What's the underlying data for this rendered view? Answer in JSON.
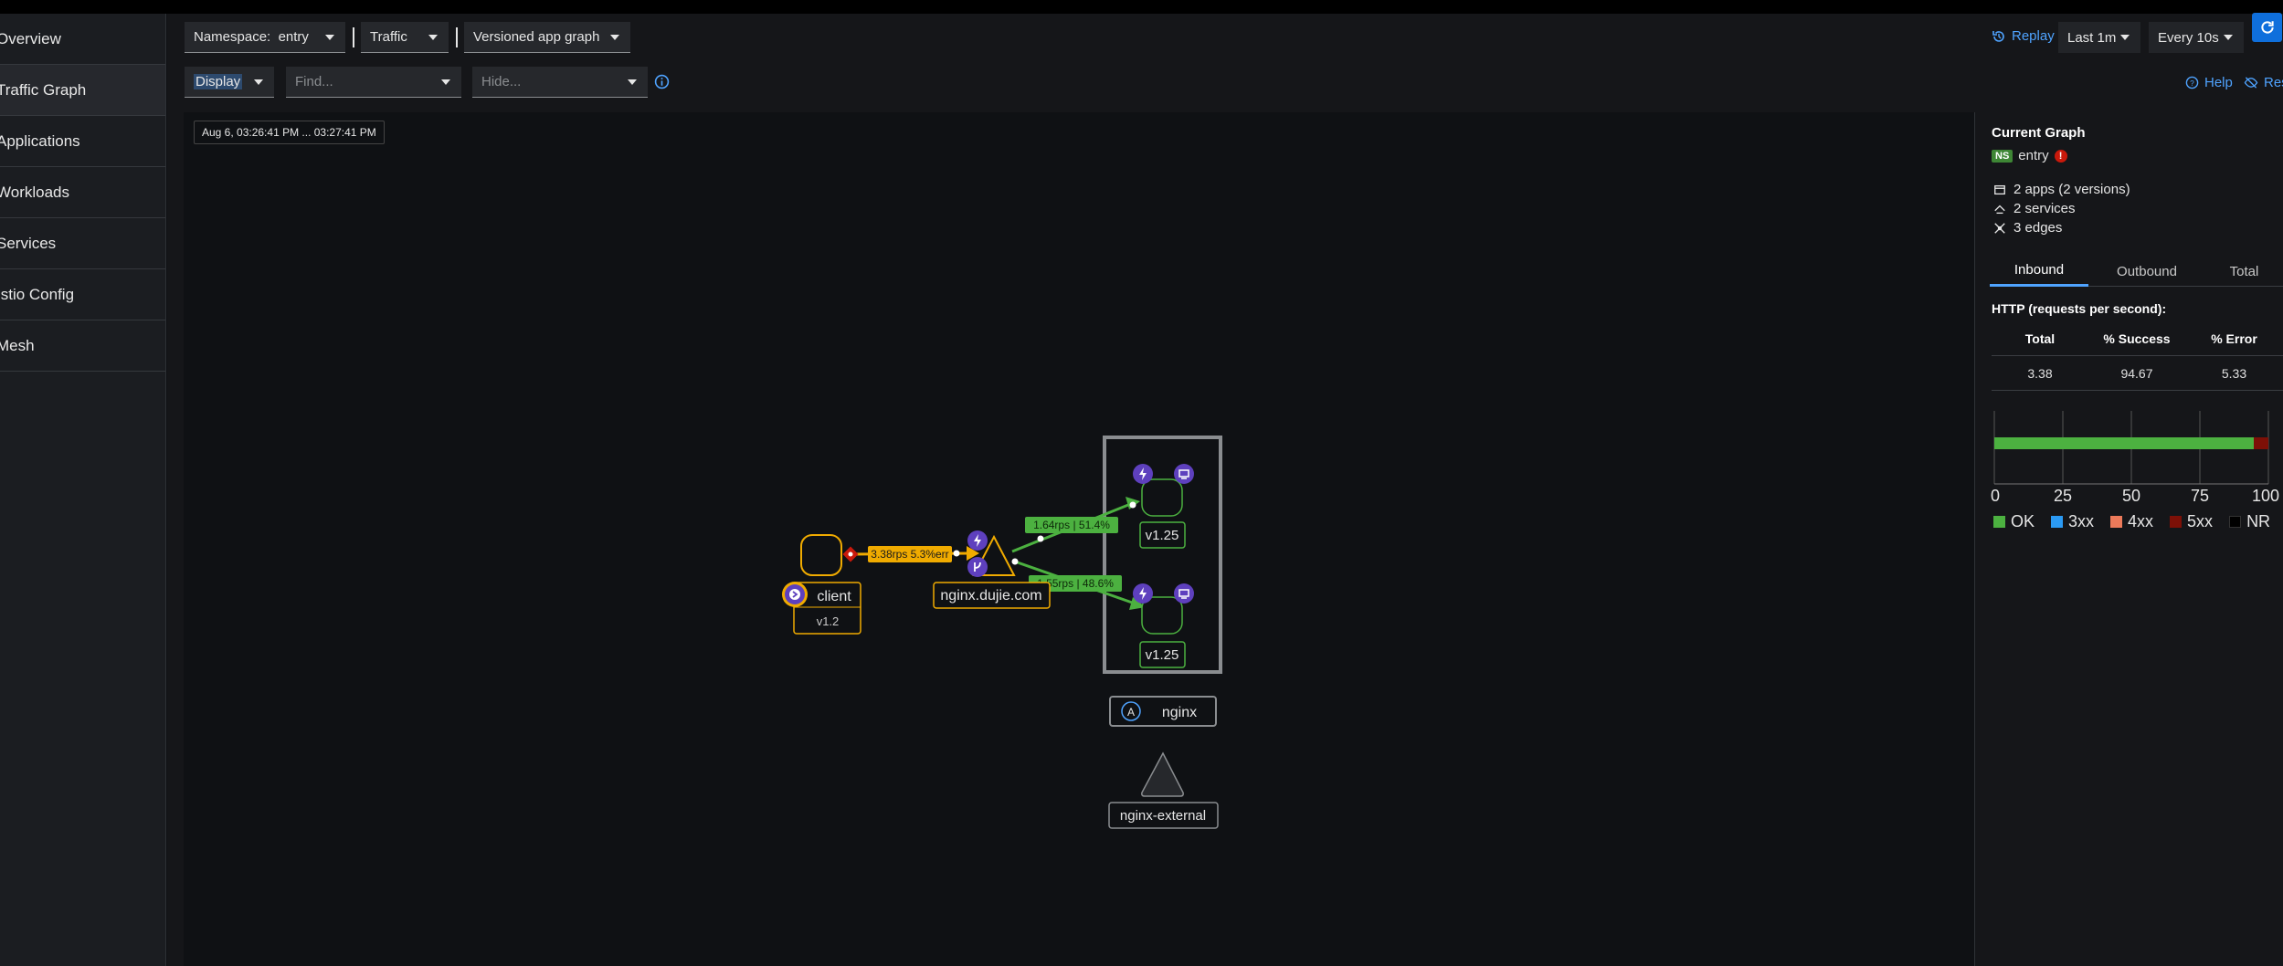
{
  "sidebar": {
    "items": [
      {
        "label": "Overview"
      },
      {
        "label": "Traffic Graph"
      },
      {
        "label": "Applications"
      },
      {
        "label": "Workloads"
      },
      {
        "label": "Services"
      },
      {
        "label": "Istio Config"
      },
      {
        "label": "Mesh"
      }
    ]
  },
  "toolbar": {
    "namespace_label": "Namespace:",
    "namespace_value": "entry",
    "traffic_label": "Traffic",
    "graph_type": "Versioned app graph",
    "display_label": "Display",
    "find_placeholder": "Find...",
    "hide_placeholder": "Hide...",
    "replay_label": "Replay",
    "duration": "Last 1m",
    "refresh_interval": "Every 10s",
    "help_label": "Help",
    "reset_label": "Res"
  },
  "canvas": {
    "timestamp": "Aug 6, 03:26:41 PM ... 03:27:41 PM",
    "nodes": {
      "client_label": "client",
      "client_version": "v1.2",
      "service_label": "nginx.dujie.com",
      "v1_label": "v1.25",
      "v2_label": "v1.25",
      "app_badge": "A",
      "app_label": "nginx",
      "external_label": "nginx-external"
    },
    "edges": {
      "client_to_service": "3.38rps 5.3%err",
      "service_to_v1": "1.64rps | 51.4%",
      "service_to_v2": "1.55rps | 48.6%"
    }
  },
  "panel": {
    "title": "Current Graph",
    "ns_badge": "NS",
    "namespace": "entry",
    "error_mark": "!",
    "apps": "2 apps (2 versions)",
    "services": "2 services",
    "edges": "3 edges",
    "tabs": [
      "Inbound",
      "Outbound",
      "Total"
    ],
    "http_title": "HTTP (requests per second):",
    "table_headers": [
      "Total",
      "% Success",
      "% Error"
    ],
    "table_values": [
      "3.38",
      "94.67",
      "5.33"
    ],
    "axis_ticks": [
      "0",
      "25",
      "50",
      "75",
      "100"
    ],
    "legend": [
      {
        "label": "OK",
        "color": "#4cb140"
      },
      {
        "label": "3xx",
        "color": "#2b9af3"
      },
      {
        "label": "4xx",
        "color": "#ec7a5a"
      },
      {
        "label": "5xx",
        "color": "#7d1007"
      },
      {
        "label": "NR",
        "color": "#000000"
      }
    ],
    "bar": {
      "ok_percent": 94.67,
      "error_percent": 5.33
    }
  }
}
